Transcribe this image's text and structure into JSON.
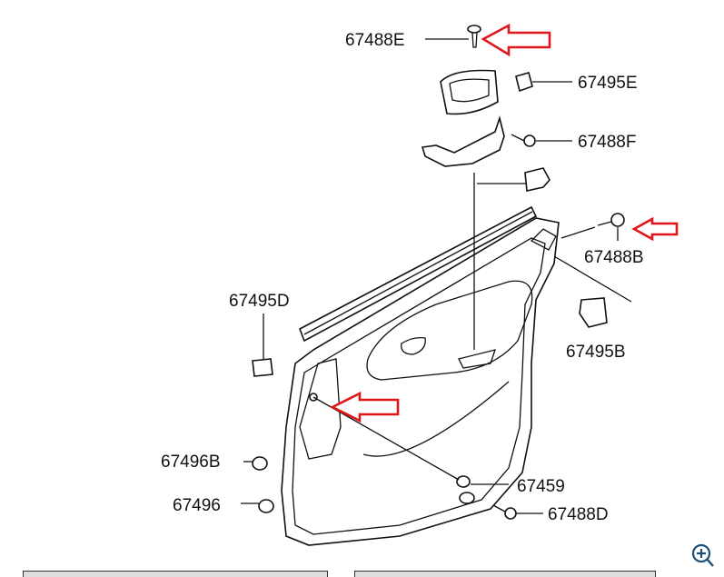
{
  "diagram": {
    "labels": {
      "p67488E": "67488E",
      "p67495E": "67495E",
      "p67488F": "67488F",
      "p67488B": "67488B",
      "p67495D": "67495D",
      "p67495B": "67495B",
      "p67496B": "67496B",
      "p67496": "67496",
      "p67459": "67459",
      "p67488D": "67488D"
    },
    "highlight_color": "#e0161b"
  },
  "viewer": {
    "zoom_icon": "zoom-in-icon",
    "icon_color": "#1a4f7a"
  }
}
